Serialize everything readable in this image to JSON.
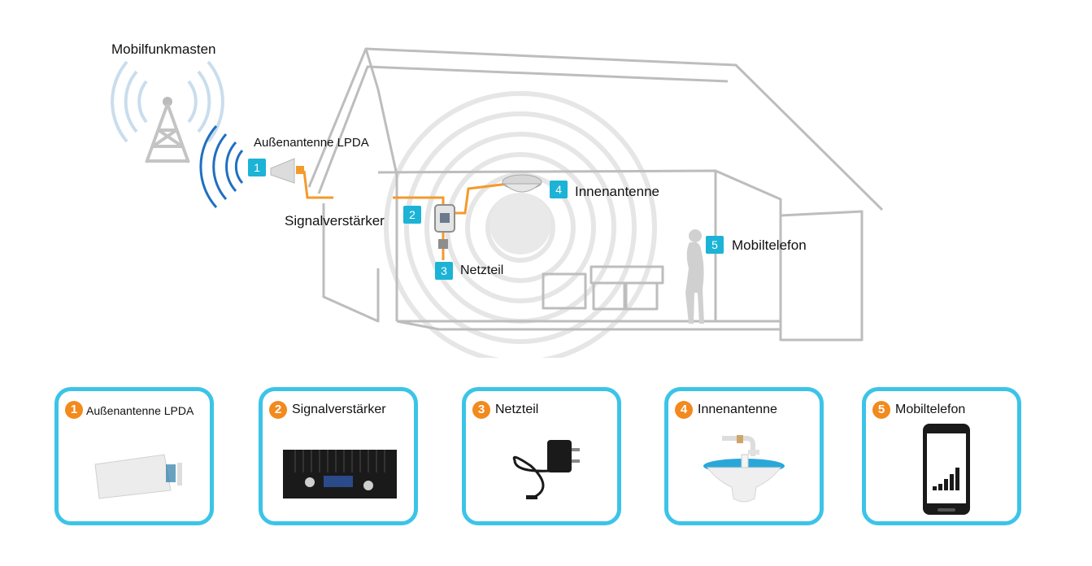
{
  "diagram": {
    "labels": {
      "tower": "Mobilfunkmasten",
      "outdoor_antenna": "Außenantenne LPDA",
      "amplifier": "Signalverstärker",
      "power_supply": "Netzteil",
      "indoor_antenna": "Innenantenne",
      "phone": "Mobiltelefon"
    },
    "badges": [
      "1",
      "2",
      "3",
      "4",
      "5"
    ],
    "colors": {
      "badge": "#1cb3d6",
      "cable": "#f39a2c",
      "signal": "#1f6fc2",
      "card_border": "#3cc4e8",
      "number_circle": "#f28a1d"
    }
  },
  "cards": [
    {
      "number": "1",
      "title": "Außenantenne LPDA",
      "icon": "lpda-antenna-image"
    },
    {
      "number": "2",
      "title": "Signalverstärker",
      "icon": "amplifier-image"
    },
    {
      "number": "3",
      "title": "Netzteil",
      "icon": "power-adapter-image"
    },
    {
      "number": "4",
      "title": "Innenantenne",
      "icon": "ceiling-antenna-image"
    },
    {
      "number": "5",
      "title": "Mobiltelefon",
      "icon": "smartphone-image"
    }
  ]
}
